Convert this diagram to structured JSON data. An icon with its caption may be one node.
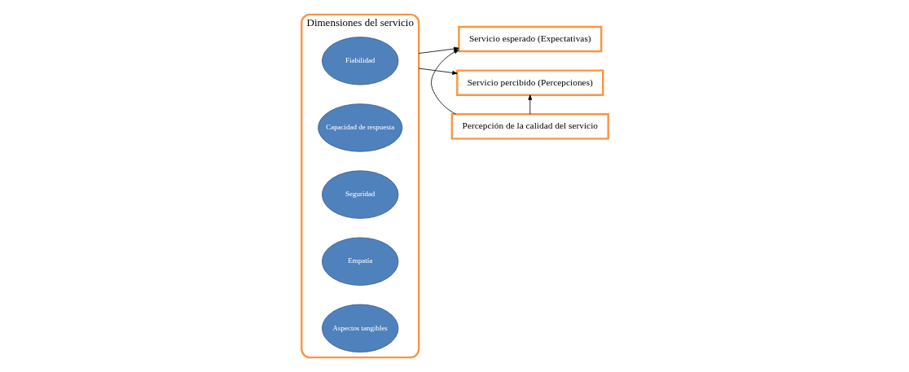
{
  "diagram": {
    "nodes": [
      {
        "text": [
          "Dimensiones del servicio"
        ]
      },
      {
        "text": [
          "Fiabilidad"
        ],
        "in": 0
      },
      {
        "text": [
          "Capacidad de respuesta"
        ],
        "in": 0
      },
      {
        "text": [
          "Seguridad"
        ],
        "in": 0
      },
      {
        "text": [
          "Empatía"
        ],
        "in": 0
      },
      {
        "text": [
          "Aspectos tangibles"
        ],
        "in": 0
      },
      {
        "text": [
          "Servicio esperado (Expectativas)"
        ]
      },
      {
        "text": [
          "Servicio percibido (Percepciones)"
        ]
      },
      {
        "text": [
          "Percepción de la calidad del servicio"
        ]
      }
    ],
    "edges": [
      {
        "from": 0,
        "to": 6,
        "arrow": "to"
      },
      {
        "from": 0,
        "to": 7,
        "arrow": "to"
      },
      {
        "from": 8,
        "to": 6,
        "arrow": "to"
      },
      {
        "from": 8,
        "to": 7,
        "arrow": "to"
      }
    ]
  }
}
